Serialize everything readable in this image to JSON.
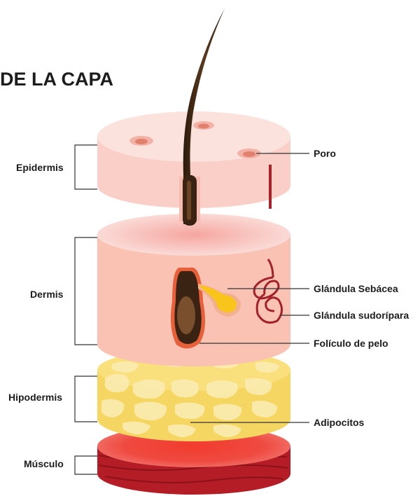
{
  "title": "DE LA CAPA",
  "layers": {
    "epidermis": "Epidermis",
    "dermis": "Dermis",
    "hypodermis": "Hipodermis",
    "muscle": "Músculo"
  },
  "structures": {
    "pore": "Poro",
    "sebaceous_gland": "Glándula Sebácea",
    "sweat_gland": "Glándula sudorípara",
    "hair_follicle": "Folículo de pelo",
    "adipocytes": "Adipocitos"
  },
  "colors": {
    "epidermis": "#fad3cd",
    "dermis": "#f9c3b4",
    "hypodermis": "#f7d866",
    "muscle": "#c8202a",
    "hair": "#3a2414",
    "sebaceous_gland": "#f8c71a",
    "sweat_gland": "#a8222a"
  }
}
